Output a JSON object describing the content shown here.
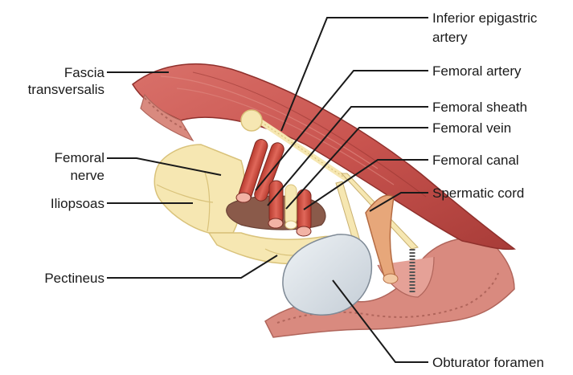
{
  "labels": {
    "fascia": [
      "Fascia",
      "transversalis"
    ],
    "femoral_nerve": [
      "Femoral",
      "nerve"
    ],
    "iliopsoas": "Iliopsoas",
    "pectineus": "Pectineus",
    "inferior_epigastric_artery": [
      "Inferior epigastric",
      "artery"
    ],
    "femoral_artery": "Femoral artery",
    "femoral_sheath": "Femoral sheath",
    "femoral_vein": "Femoral vein",
    "femoral_canal": "Femoral canal",
    "spermatic_cord": "Spermatic cord",
    "obturator_foramen": "Obturator foramen"
  },
  "colors": {
    "muscle": "#c9544f",
    "muscle_dark": "#a83c38",
    "muscle_light": "#e08a82",
    "bone": "#f6e7b2",
    "bone_edge": "#d9c27a",
    "tissue": "#d98a7f",
    "foramen": "#dde4ea",
    "leader": "#1a1a1a"
  }
}
